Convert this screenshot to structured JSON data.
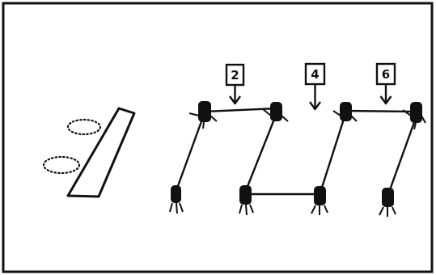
{
  "diagram": {
    "labels": [
      {
        "id": "label-2",
        "text": "2"
      },
      {
        "id": "label-4",
        "text": "4"
      },
      {
        "id": "label-6",
        "text": "6"
      }
    ],
    "colors": {
      "ink": "#111111",
      "paper": "#ffffff"
    }
  }
}
